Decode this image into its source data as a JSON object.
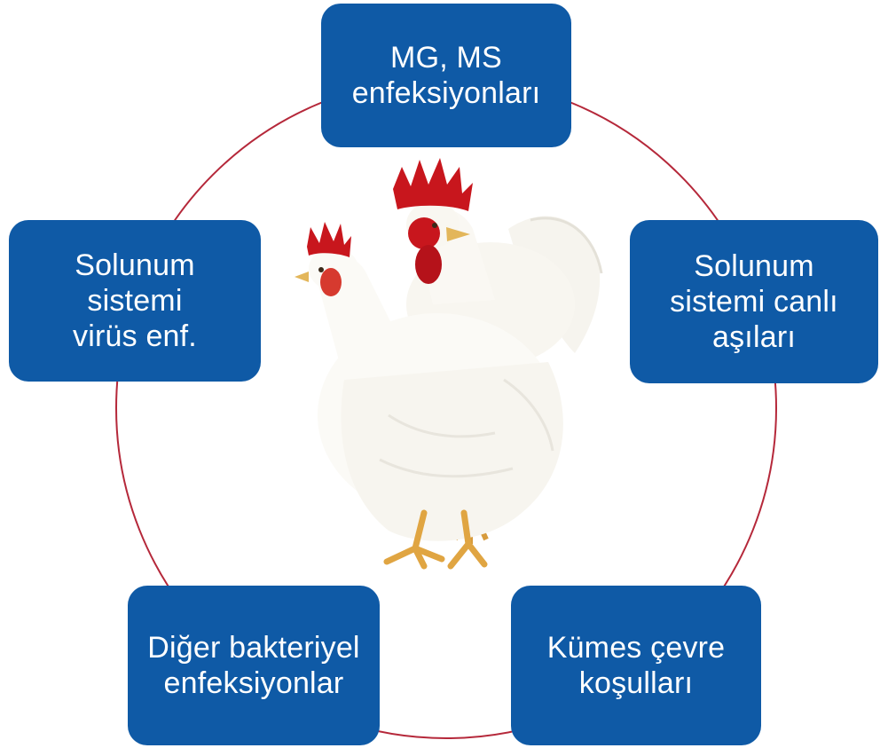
{
  "diagram": {
    "nodes": {
      "top": "MG, MS\nenfeksiyonları",
      "left": "Solunum\nsistemi\nvirüs enf.",
      "right": "Solunum\nsistemi canlı\naşıları",
      "bottom_left": "Diğer bakteriyel\nenfeksiyonlar",
      "bottom_right": "Kümes çevre\nkoşulları"
    },
    "colors": {
      "node_fill": "#0f5aa6",
      "node_text": "#ffffff",
      "ring": "#b5283a"
    },
    "center_image": "white-chickens-illustration"
  }
}
